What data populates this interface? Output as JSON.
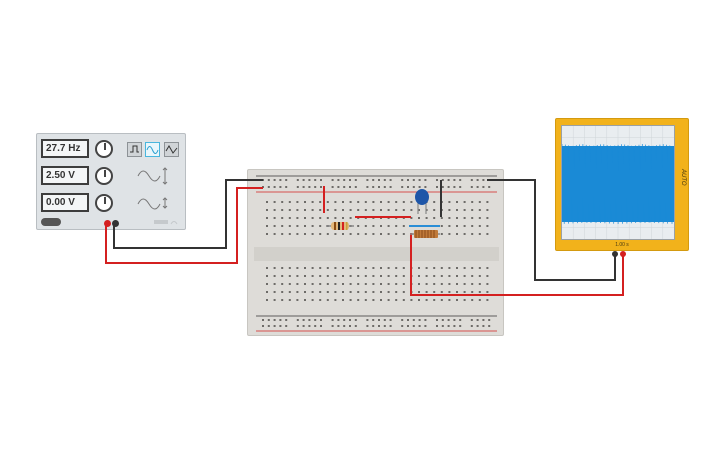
{
  "function_generator": {
    "frequency": "27.7 Hz",
    "amplitude": "2.50 V",
    "dc_offset": "0.00 V",
    "waveforms": [
      "square",
      "sine",
      "triangle"
    ],
    "selected_waveform": "sine"
  },
  "oscilloscope": {
    "time_per_division": "1.00 s",
    "brand": "AUTO",
    "trace_color": "#1a8ad6"
  },
  "colors": {
    "accent_blue": "#49b6dd",
    "wire_red": "#d42020",
    "wire_black": "#333333",
    "scope_body": "#f2b21b"
  }
}
